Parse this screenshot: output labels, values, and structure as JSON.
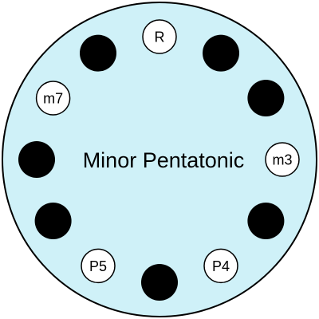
{
  "title": "Minor Pentatonic",
  "positions": [
    {
      "label": "R"
    },
    {
      "label": ""
    },
    {
      "label": ""
    },
    {
      "label": "m3"
    },
    {
      "label": ""
    },
    {
      "label": "P4"
    },
    {
      "label": ""
    },
    {
      "label": "P5"
    },
    {
      "label": ""
    },
    {
      "label": ""
    },
    {
      "label": "m7"
    },
    {
      "label": ""
    }
  ],
  "colors": {
    "background": "#cff1f8",
    "filled_dot": "#000000",
    "labeled_dot": "#ffffff"
  }
}
